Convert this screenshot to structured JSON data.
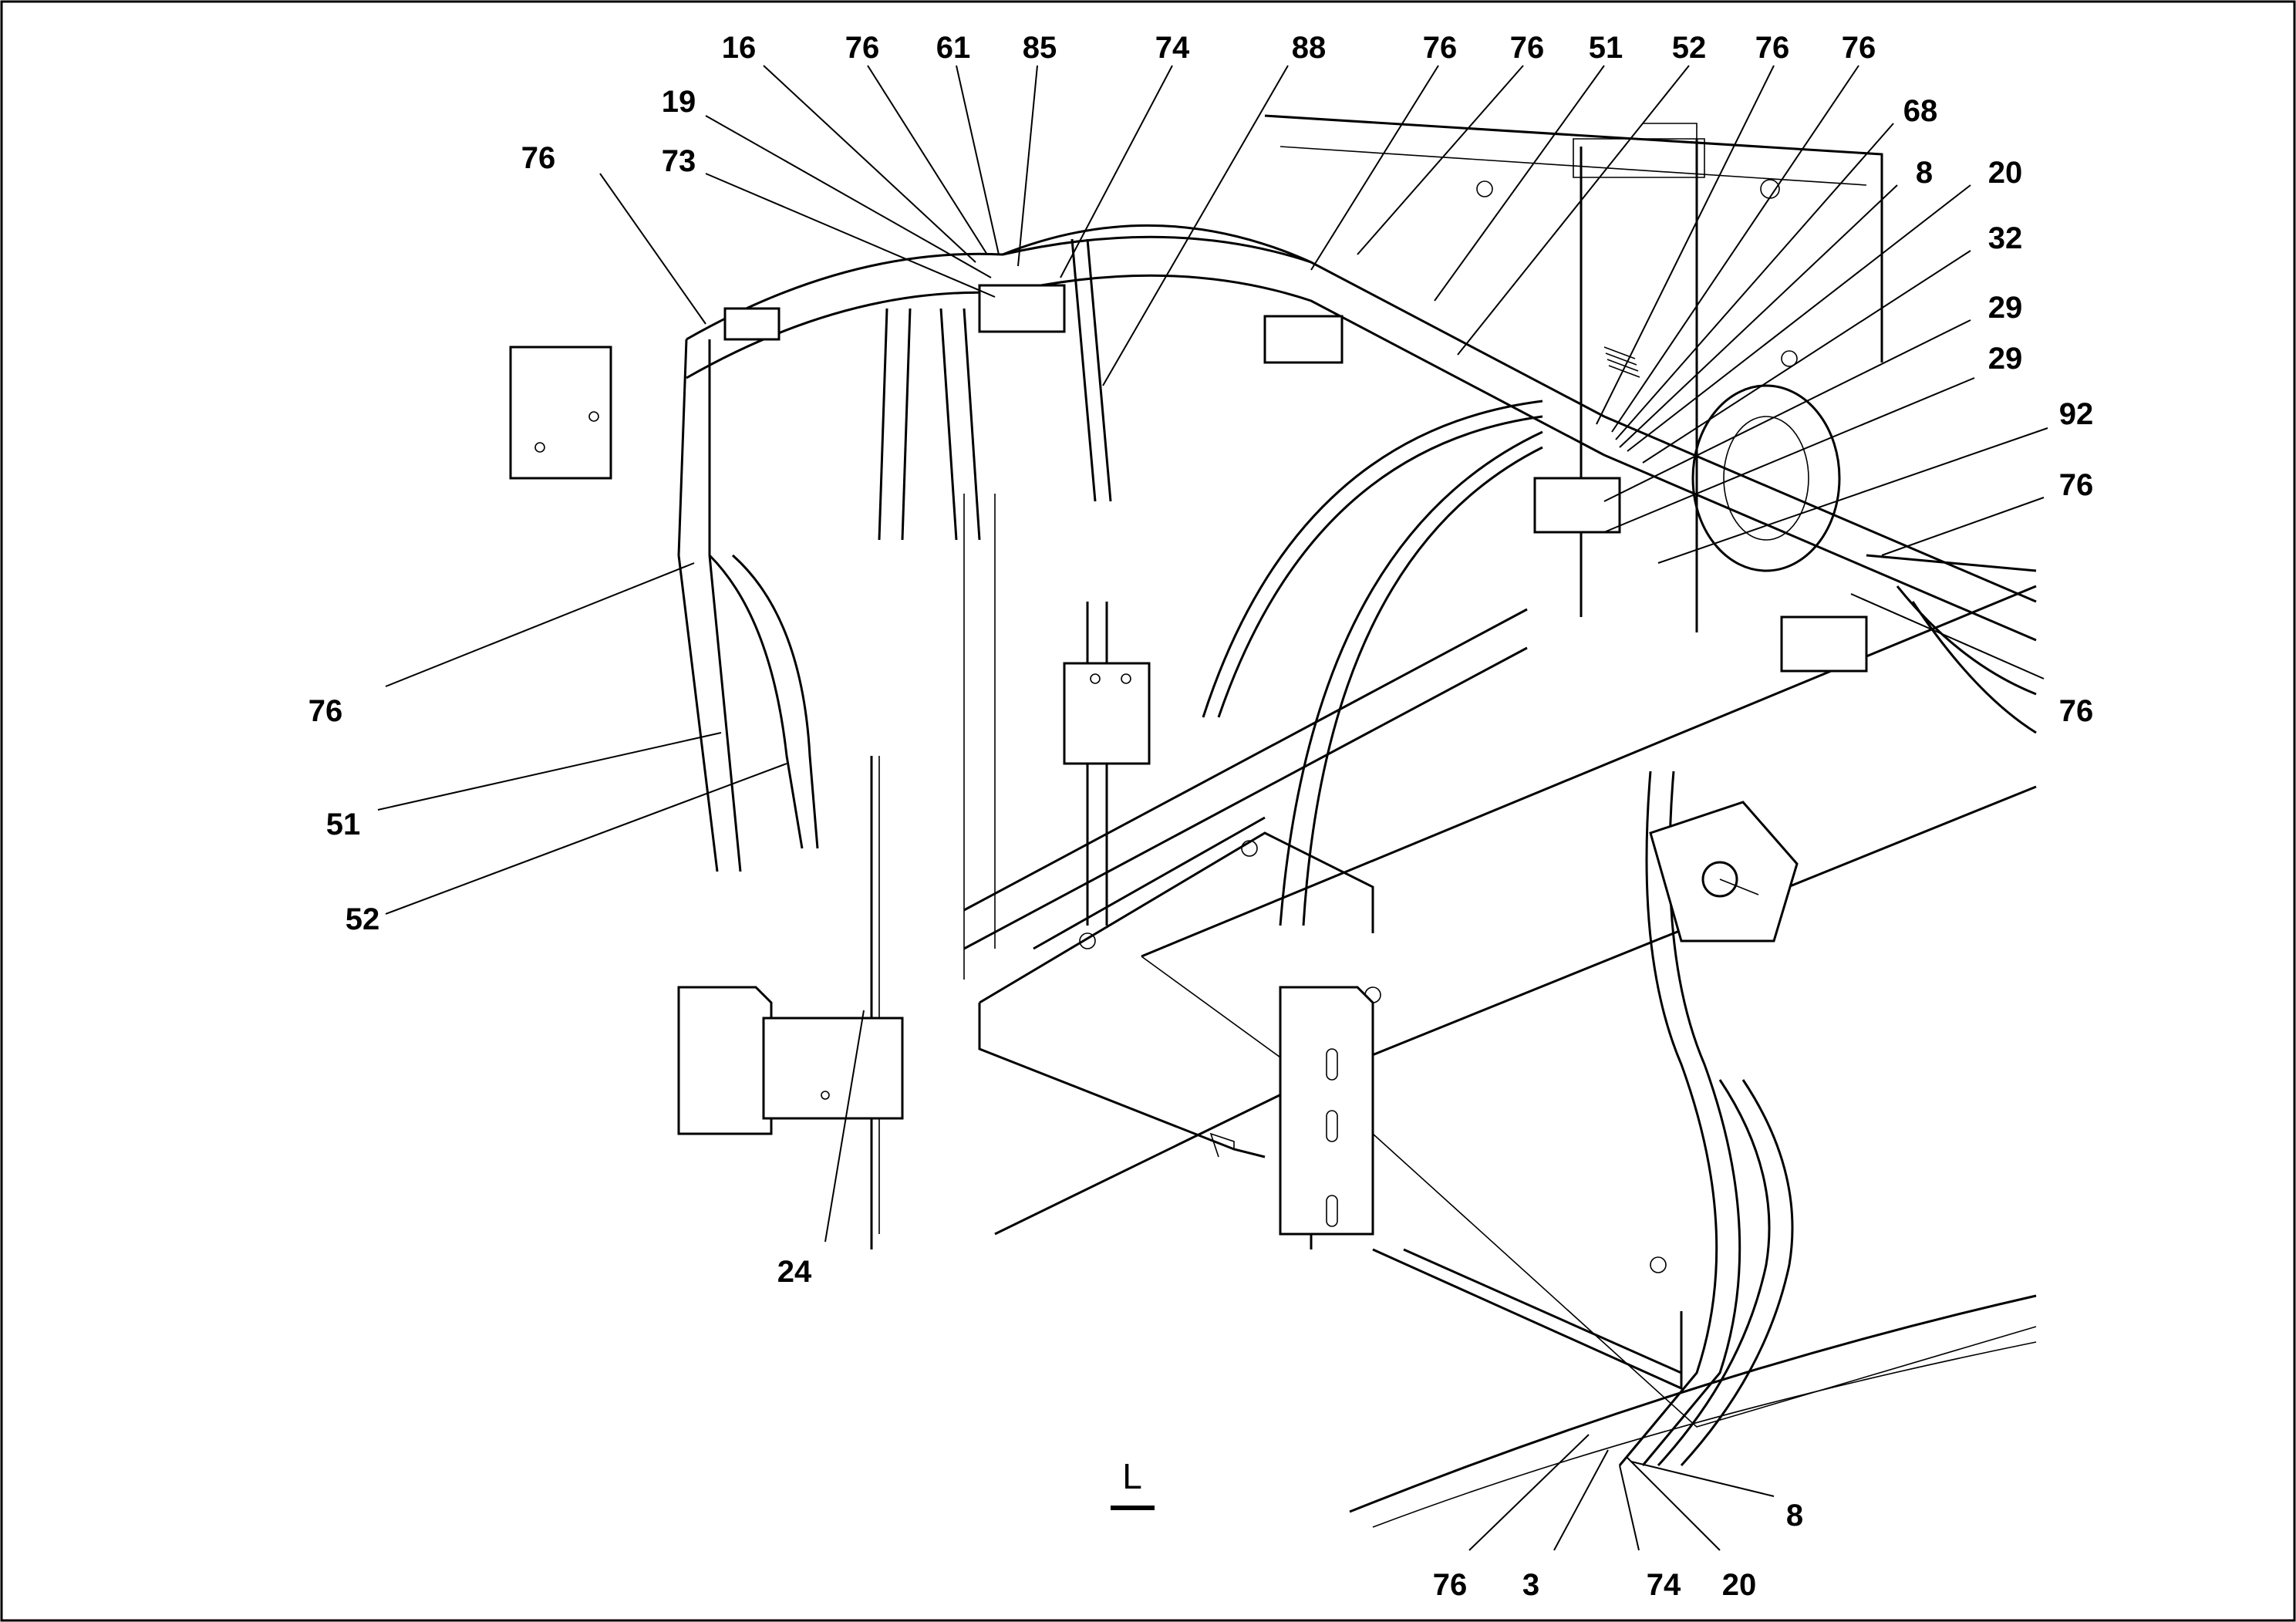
{
  "view_label": "L",
  "callouts": [
    {
      "id": "c1",
      "text": "16"
    },
    {
      "id": "c2",
      "text": "76"
    },
    {
      "id": "c3",
      "text": "61"
    },
    {
      "id": "c4",
      "text": "85"
    },
    {
      "id": "c5",
      "text": "74"
    },
    {
      "id": "c6",
      "text": "88"
    },
    {
      "id": "c7",
      "text": "76"
    },
    {
      "id": "c8",
      "text": "76"
    },
    {
      "id": "c9",
      "text": "51"
    },
    {
      "id": "c10",
      "text": "52"
    },
    {
      "id": "c11",
      "text": "76"
    },
    {
      "id": "c12",
      "text": "76"
    },
    {
      "id": "c13",
      "text": "19"
    },
    {
      "id": "c14",
      "text": "73"
    },
    {
      "id": "c15",
      "text": "76"
    },
    {
      "id": "c16",
      "text": "68"
    },
    {
      "id": "c17",
      "text": "8"
    },
    {
      "id": "c18",
      "text": "20"
    },
    {
      "id": "c19",
      "text": "32"
    },
    {
      "id": "c20",
      "text": "29"
    },
    {
      "id": "c21",
      "text": "29"
    },
    {
      "id": "c22",
      "text": "92"
    },
    {
      "id": "c23",
      "text": "76"
    },
    {
      "id": "c24",
      "text": "76"
    },
    {
      "id": "c25",
      "text": "76"
    },
    {
      "id": "c26",
      "text": "51"
    },
    {
      "id": "c27",
      "text": "52"
    },
    {
      "id": "c28",
      "text": "24"
    },
    {
      "id": "c29",
      "text": "8"
    },
    {
      "id": "c30",
      "text": "76"
    },
    {
      "id": "c31",
      "text": "3"
    },
    {
      "id": "c32",
      "text": "74"
    },
    {
      "id": "c33",
      "text": "20"
    }
  ]
}
